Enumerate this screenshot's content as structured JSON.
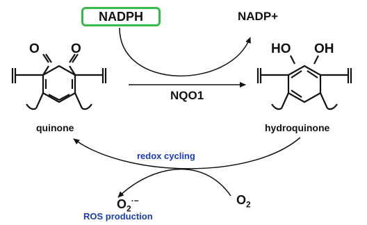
{
  "cofactor": {
    "reduced": "NADPH",
    "oxidized": "NADP+"
  },
  "enzyme": "NQO1",
  "molecules": {
    "quinone": {
      "label": "quinone",
      "atoms": [
        "O",
        "O"
      ]
    },
    "hydroquinone": {
      "label": "hydroquinone",
      "atoms": [
        "HO",
        "OH"
      ]
    }
  },
  "cycle": {
    "label": "redox cycling",
    "superoxide": {
      "base": "O",
      "sub": "2",
      "charge": "·−"
    },
    "oxygen": {
      "base": "O",
      "sub": "2"
    },
    "ros": "ROS production"
  },
  "colors": {
    "box_border": "#3bb84a",
    "accent_text": "#1a3bb8",
    "ink": "#111111"
  }
}
